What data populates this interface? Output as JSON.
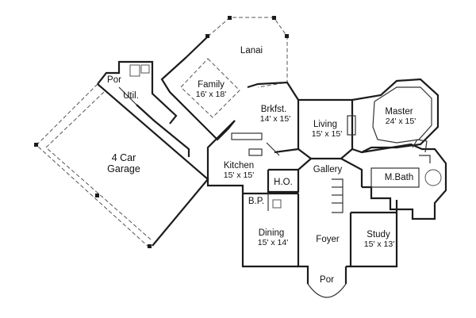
{
  "rooms": {
    "lanai": {
      "name": "Lanai"
    },
    "family": {
      "name": "Family",
      "size": "16' x 18'"
    },
    "brkfst": {
      "name": "Brkfst.",
      "size": "14' x 15'"
    },
    "living": {
      "name": "Living",
      "size": "15' x 15'"
    },
    "master": {
      "name": "Master",
      "size": "24' x 15'"
    },
    "por_top": {
      "name": "Por"
    },
    "util": {
      "name": "Util."
    },
    "garage": {
      "name": "4 Car",
      "name2": "Garage"
    },
    "kitchen": {
      "name": "Kitchen",
      "size": "15' x 15'"
    },
    "gallery": {
      "name": "Gallery"
    },
    "mbath": {
      "name": "M.Bath"
    },
    "ho": {
      "name": "H.O."
    },
    "bp": {
      "name": "B.P."
    },
    "dining": {
      "name": "Dining",
      "size": "15' x 14'"
    },
    "foyer": {
      "name": "Foyer"
    },
    "study": {
      "name": "Study",
      "size": "15' x 13'"
    },
    "por_bottom": {
      "name": "Por"
    }
  }
}
